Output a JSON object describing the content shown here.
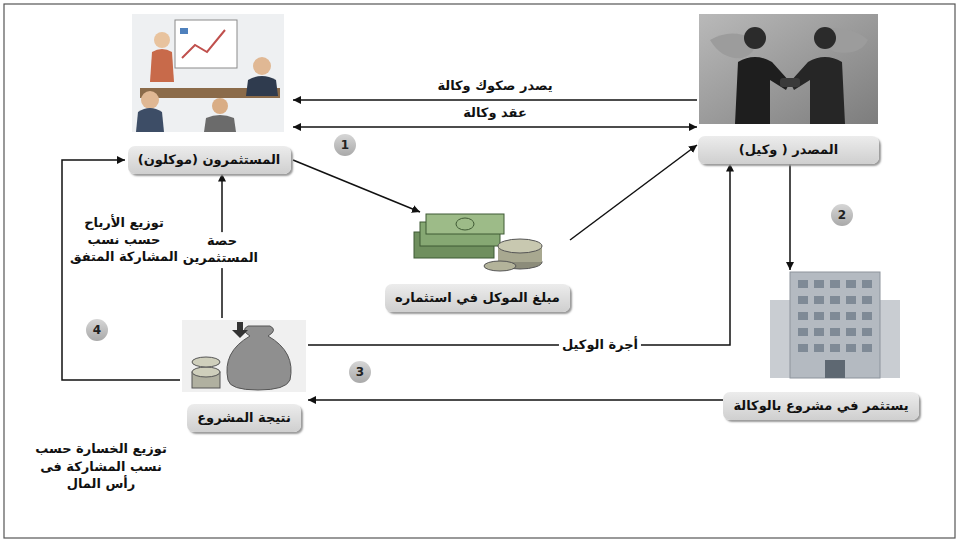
{
  "diagram": {
    "nodes": [
      {
        "text": [
          "المستثمرون (موكلون)"
        ]
      },
      {
        "text": [
          "المصدر ( وكيل)"
        ]
      },
      {
        "text": [
          "مبلغ الموكل في استثماره"
        ]
      },
      {
        "text": [
          "يستثمر في مشروع بالوكالة"
        ]
      },
      {
        "text": [
          "نتيجة المشروع"
        ]
      }
    ],
    "edges": [
      {
        "from": 1,
        "to": 0,
        "label": "يصدر صكوك وكالة",
        "arrow": "to"
      },
      {
        "from": 0,
        "to": 1,
        "label": "عقد وكالة",
        "arrow": "both"
      },
      {
        "from": 0,
        "to": 2,
        "arrow": "to"
      },
      {
        "from": 2,
        "to": 1,
        "arrow": "to"
      },
      {
        "from": 1,
        "to": 3,
        "arrow": "to"
      },
      {
        "from": 3,
        "to": 4,
        "arrow": "to"
      },
      {
        "from": 4,
        "to": 1,
        "label": "أجرة الوكيل",
        "arrow": "to"
      },
      {
        "from": 4,
        "to": 0,
        "label": "حصة المستثمرين",
        "arrow": "to"
      },
      {
        "from": 4,
        "to": 0,
        "label": "توزيع الأرباح حسب نسب المشاركة المتفق",
        "arrow": "to"
      }
    ],
    "labels": [
      "1",
      "2",
      "3",
      "4",
      "توزيع الخسارة حسب نسب المشاركة فى رأس المال"
    ]
  }
}
